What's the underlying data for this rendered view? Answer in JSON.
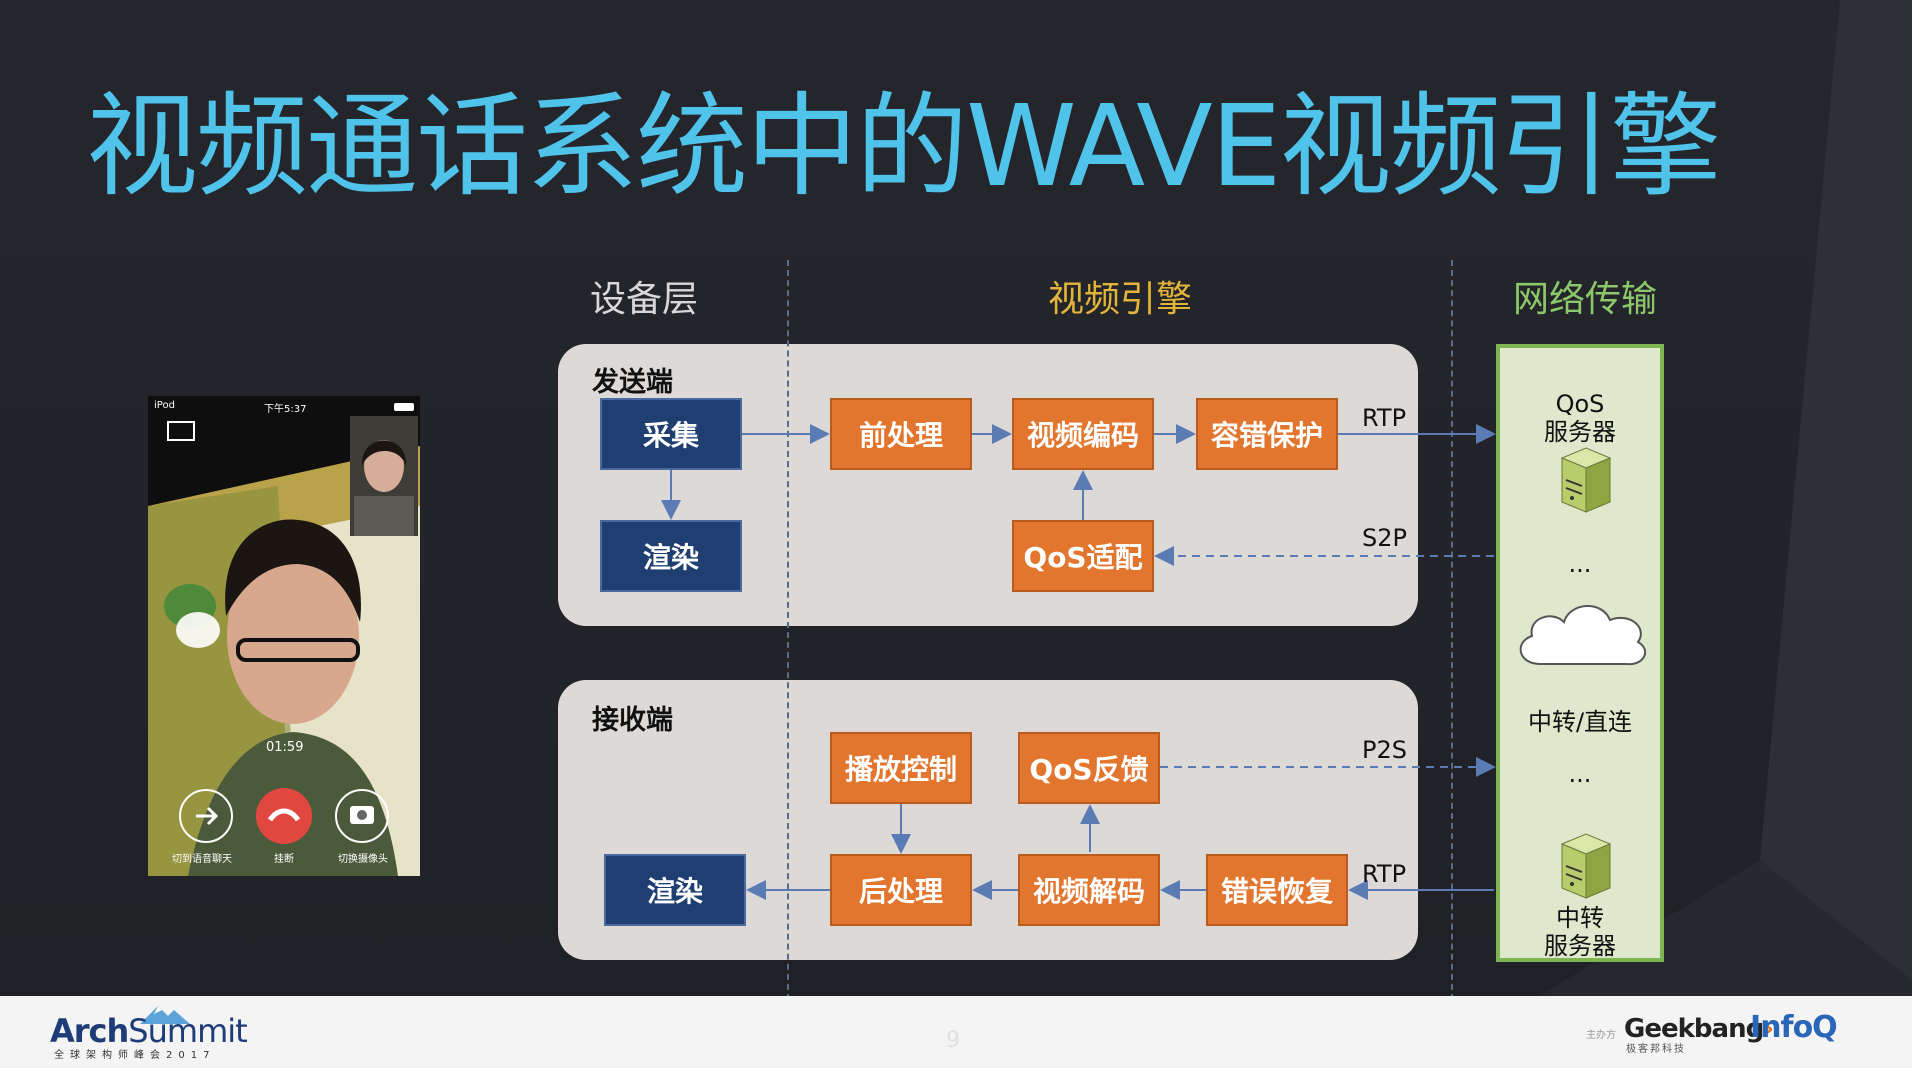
{
  "title": "视频通话系统中的WAVE视频引擎",
  "columns": {
    "device": "设备层",
    "engine": "视频引擎",
    "network": "网络传输"
  },
  "sender": {
    "label": "发送端",
    "capture": "采集",
    "render": "渲染",
    "preprocess": "前处理",
    "encode": "视频编码",
    "fec": "容错保护",
    "qos_adapt": "QoS适配",
    "rtp_label": "RTP",
    "s2p_label": "S2P"
  },
  "receiver": {
    "label": "接收端",
    "playback_control": "播放控制",
    "qos_feedback": "QoS反馈",
    "render": "渲染",
    "postprocess": "后处理",
    "decode": "视频解码",
    "error_recovery": "错误恢复",
    "p2s_label": "P2S",
    "rtp_label": "RTP"
  },
  "network": {
    "qos_server": "QoS\n服务器",
    "ellipsis_top": "...",
    "relay_direct": "中转/直连",
    "ellipsis_bottom": "...",
    "relay_server": "中转\n服务器"
  },
  "phone": {
    "carrier": "iPod",
    "time": "下午5:37",
    "call_timer": "01:59",
    "btn_voice": "切到语音聊天",
    "btn_hangup": "挂断",
    "btn_switch_camera": "切换摄像头"
  },
  "footer": {
    "arch_brand_a": "Arch",
    "arch_brand_b": "Summit",
    "arch_sub": "全球架构师峰会2017",
    "page_number": "9",
    "host_label": "主办方",
    "geek_a": "Geek",
    "geek_b": "bang",
    "geek_sub": "极客邦科技",
    "infoq": "InfoQ"
  },
  "colors": {
    "title": "#4fc3ea",
    "engine_head": "#e3b43a",
    "network_head": "#8cc86a",
    "box_blue": "#1f3f73",
    "box_orange": "#e2762e",
    "network_border": "#7cb551"
  }
}
